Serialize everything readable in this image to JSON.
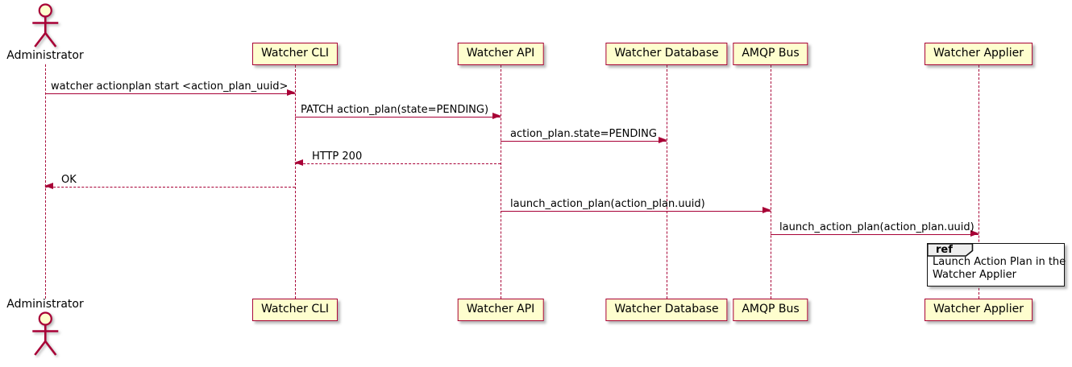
{
  "diagram_type": "uml-sequence",
  "colors": {
    "accent": "#A80036",
    "participant_fill": "#FEFECE",
    "ref_header_fill": "#EEEEEE",
    "ref_border": "#121212",
    "text": "#000000",
    "background": "#FFFFFF"
  },
  "actor": {
    "name": "Administrator"
  },
  "participants": [
    {
      "name": "Watcher CLI"
    },
    {
      "name": "Watcher API"
    },
    {
      "name": "Watcher Database"
    },
    {
      "name": "AMQP Bus"
    },
    {
      "name": "Watcher Applier"
    }
  ],
  "messages": [
    {
      "label": "watcher actionplan start <action_plan_uuid>",
      "from": "Administrator",
      "to": "Watcher CLI",
      "style": "solid"
    },
    {
      "label": "PATCH action_plan(state=PENDING)",
      "from": "Watcher CLI",
      "to": "Watcher API",
      "style": "solid"
    },
    {
      "label": "action_plan.state=PENDING",
      "from": "Watcher API",
      "to": "Watcher Database",
      "style": "solid"
    },
    {
      "label": "HTTP 200",
      "from": "Watcher API",
      "to": "Watcher CLI",
      "style": "dashed"
    },
    {
      "label": "OK",
      "from": "Watcher CLI",
      "to": "Administrator",
      "style": "dashed"
    },
    {
      "label": "launch_action_plan(action_plan.uuid)",
      "from": "Watcher API",
      "to": "AMQP Bus",
      "style": "solid"
    },
    {
      "label": "launch_action_plan(action_plan.uuid)",
      "from": "AMQP Bus",
      "to": "Watcher Applier",
      "style": "solid"
    }
  ],
  "ref": {
    "keyword": "ref",
    "line1": "Launch Action Plan in the",
    "line2": "Watcher Applier",
    "over": "Watcher Applier"
  }
}
